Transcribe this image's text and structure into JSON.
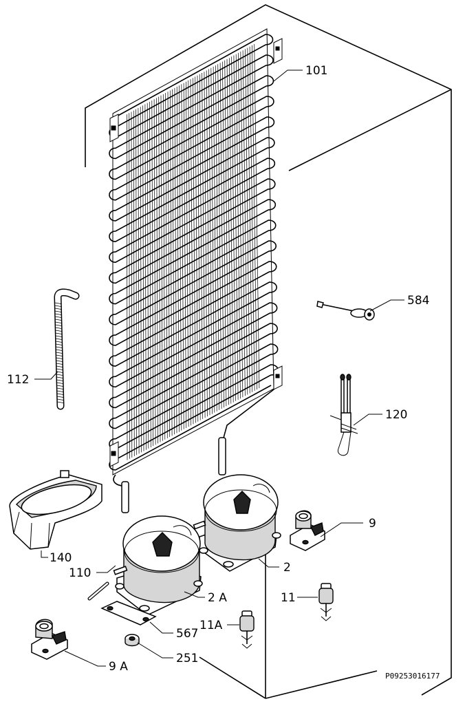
{
  "diagram": {
    "code": "P09253016177",
    "labels": {
      "l101": "101",
      "l584": "584",
      "l112": "112",
      "l120": "120",
      "l9": "9",
      "l140": "140",
      "l110": "110",
      "l2": "2",
      "l2a": "2 A",
      "l11": "11",
      "l11a": "11A",
      "l567": "567",
      "l251": "251",
      "l9a": "9 A"
    }
  }
}
